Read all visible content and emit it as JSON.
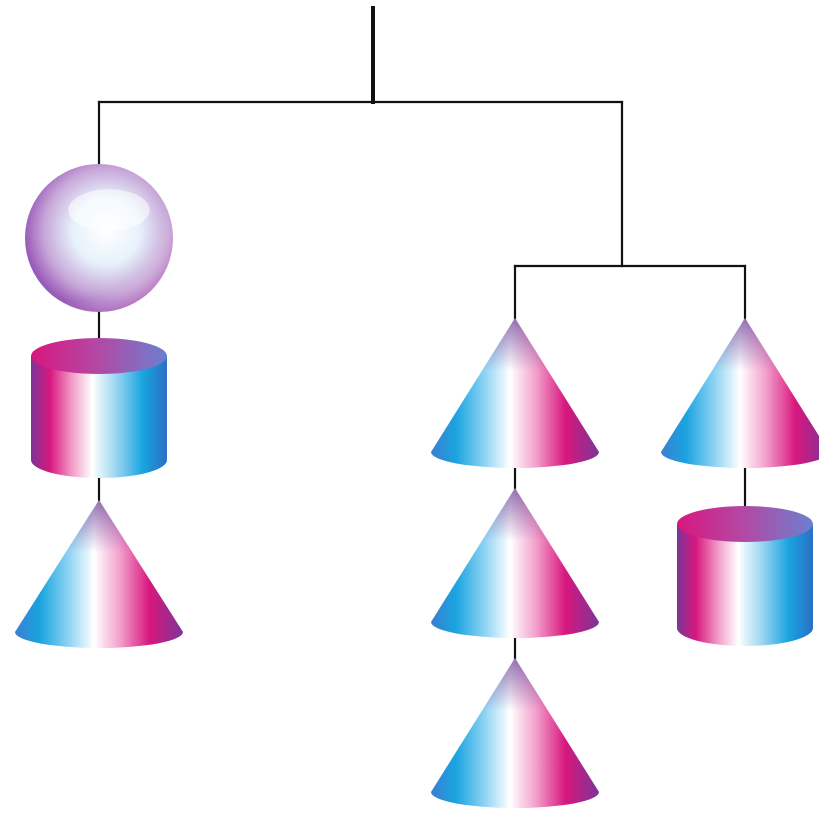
{
  "diagram": {
    "type": "hanging-mobile",
    "colors": {
      "background": "#ffffff",
      "string": "#111111",
      "magenta": "#d8177e",
      "cyan": "#1aa4e0",
      "violet": "#6b3a9a",
      "highlight": "#ffffff"
    },
    "hierarchy": {
      "node": "top-bar",
      "children": [
        {
          "node": "left-arm",
          "hanging": [
            "sphere",
            "cylinder",
            "cone"
          ]
        },
        {
          "node": "right-sub-bar",
          "children": [
            {
              "node": "right-sub-left-arm",
              "hanging": [
                "cone",
                "cone",
                "cone"
              ]
            },
            {
              "node": "right-sub-right-arm",
              "hanging": [
                "cone",
                "cylinder"
              ]
            }
          ]
        }
      ]
    }
  }
}
